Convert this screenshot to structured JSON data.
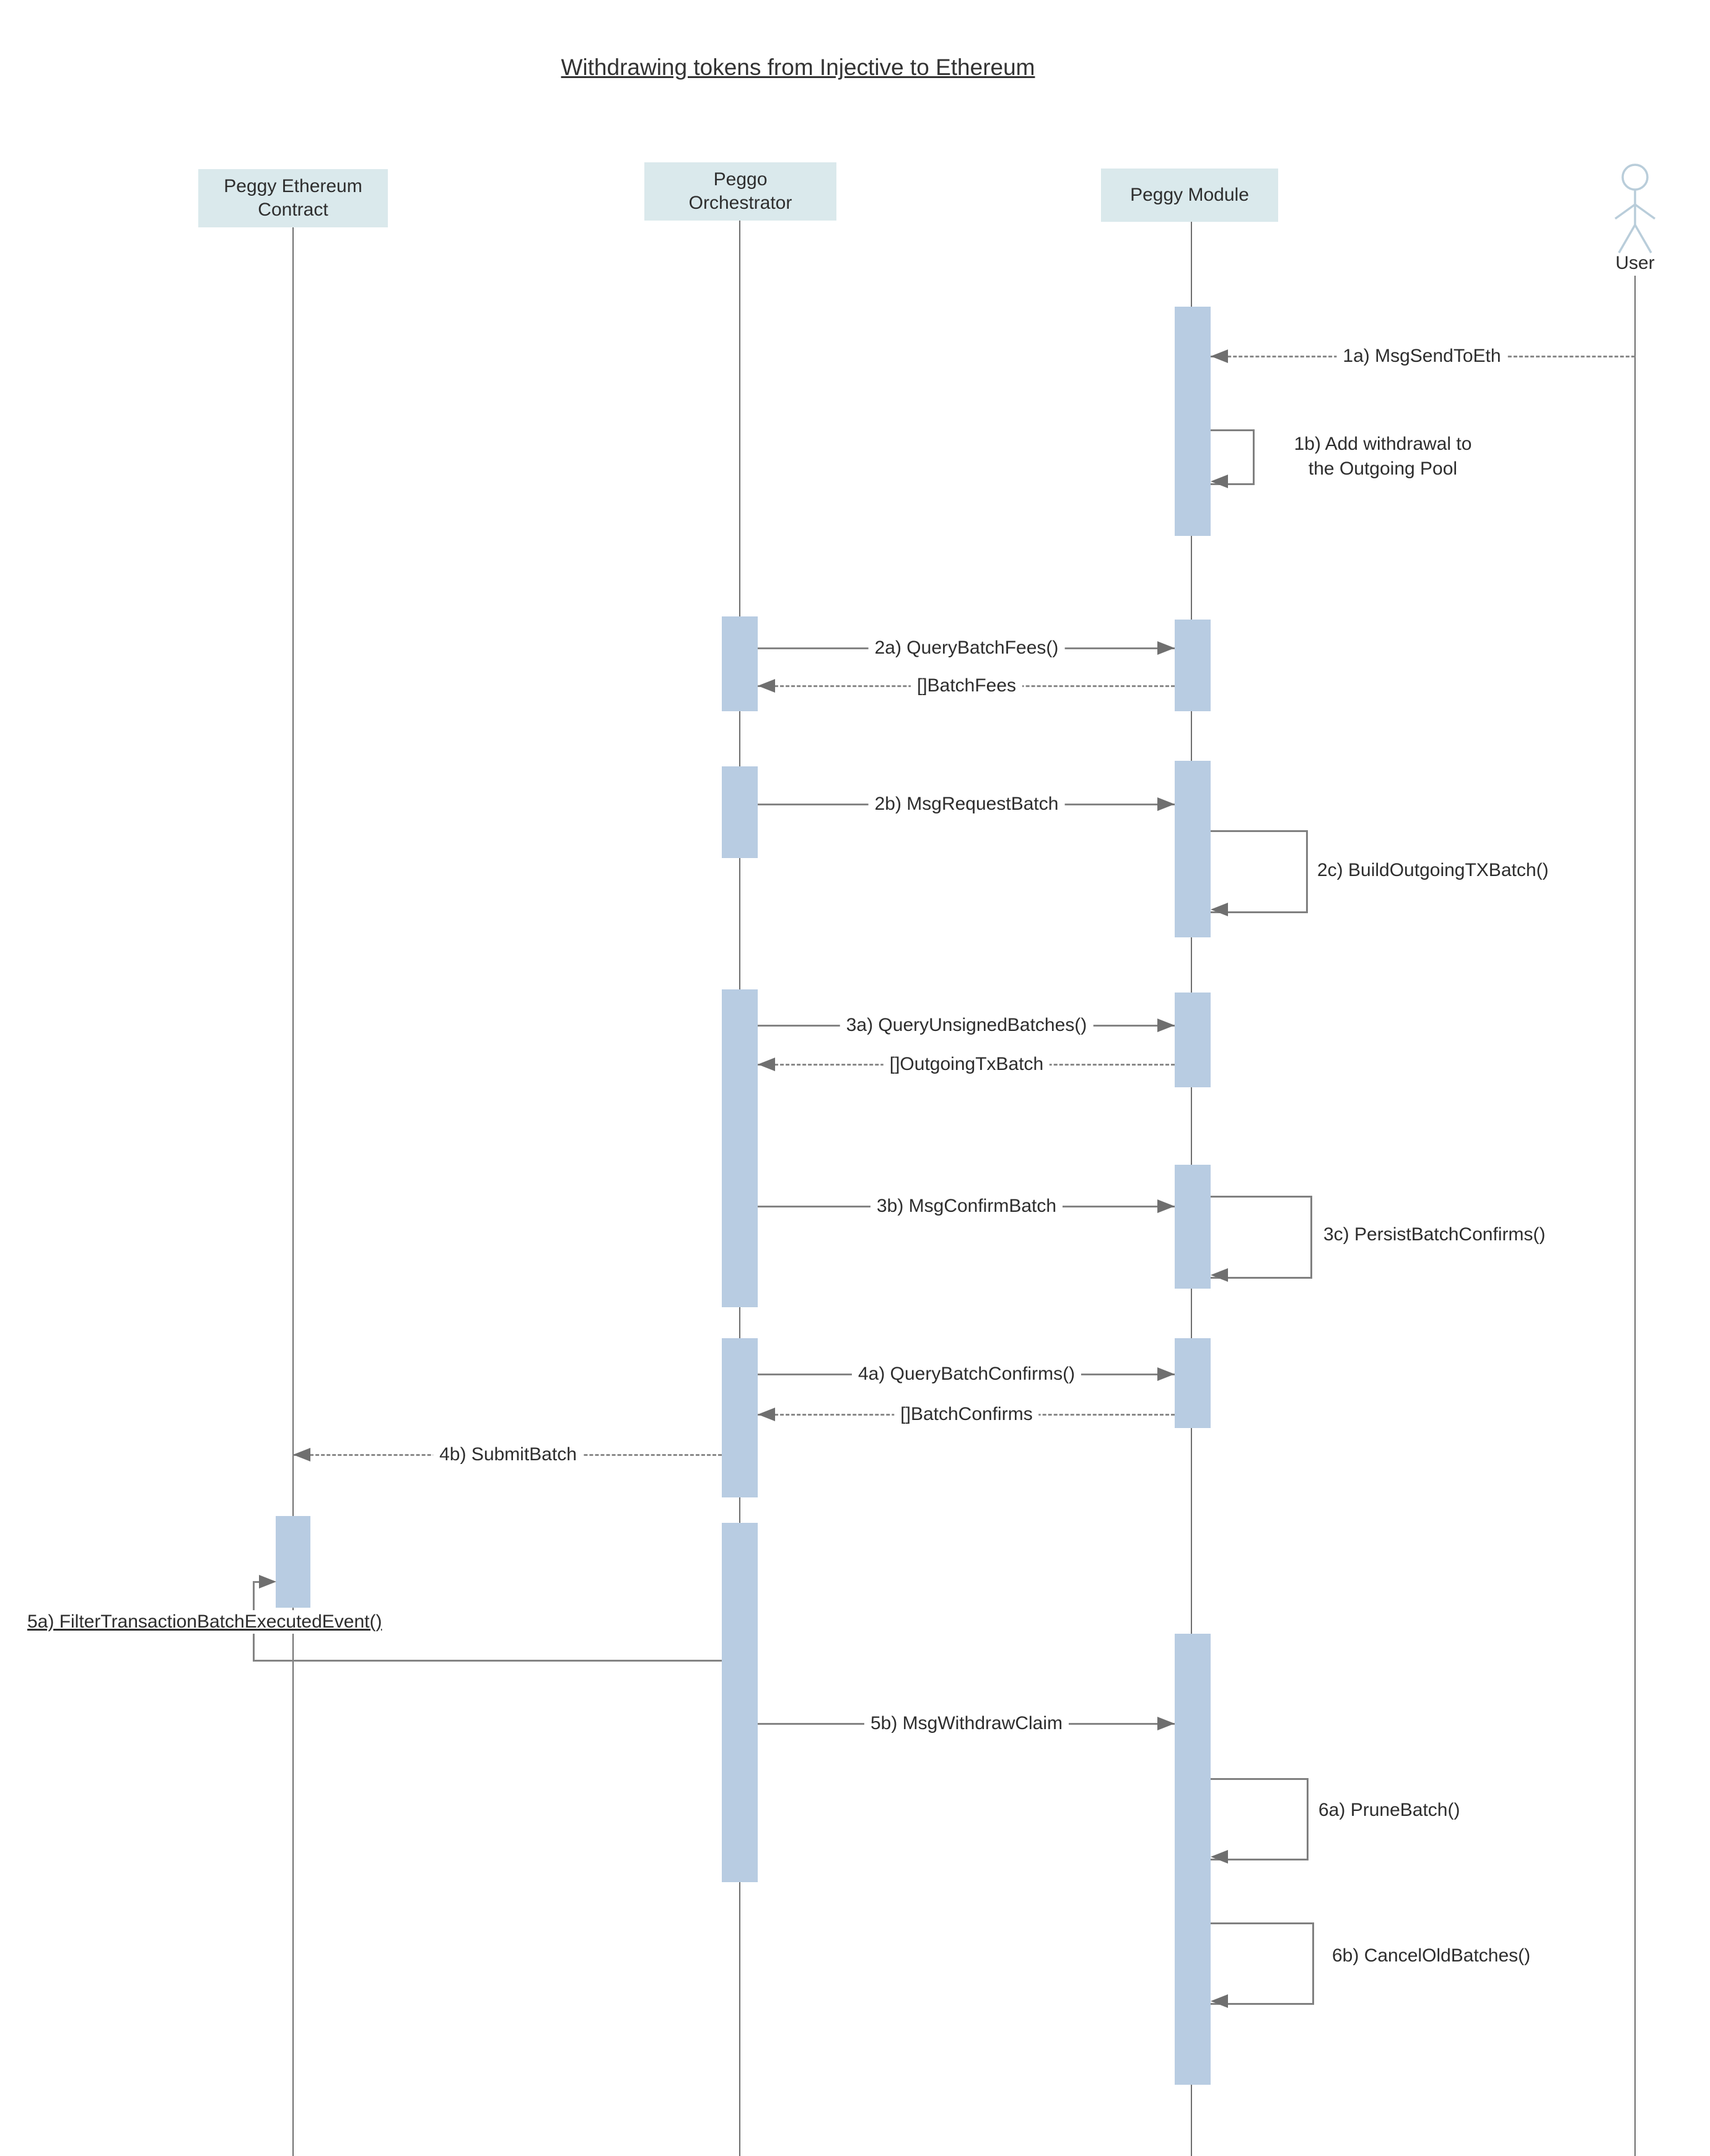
{
  "title": "Withdrawing tokens from Injective to Ethereum",
  "participants": {
    "contract": {
      "line1": "Peggy Ethereum",
      "line2": "Contract"
    },
    "orchestrator": {
      "line1": "Peggo",
      "line2": "Orchestrator"
    },
    "module": {
      "label": "Peggy Module"
    },
    "user": {
      "label": "User",
      "icon": "stick-figure-actor-icon"
    }
  },
  "messages": {
    "m1a": {
      "label": "1a) MsgSendToEth",
      "type": "dashed",
      "from": "user",
      "to": "module"
    },
    "m1b": {
      "line1": "1b) Add withdrawal to",
      "line2": "the Outgoing Pool",
      "type": "self",
      "on": "module"
    },
    "m2a": {
      "label": "2a) QueryBatchFees()",
      "type": "solid",
      "from": "orchestrator",
      "to": "module"
    },
    "r2a": {
      "label": "[]BatchFees",
      "type": "dashed-return",
      "from": "module",
      "to": "orchestrator"
    },
    "m2b": {
      "label": "2b) MsgRequestBatch",
      "type": "solid",
      "from": "orchestrator",
      "to": "module"
    },
    "m2c": {
      "label": "2c) BuildOutgoingTXBatch()",
      "type": "self",
      "on": "module"
    },
    "m3a": {
      "label": "3a) QueryUnsignedBatches()",
      "type": "solid",
      "from": "orchestrator",
      "to": "module"
    },
    "r3a": {
      "label": "[]OutgoingTxBatch",
      "type": "dashed-return",
      "from": "module",
      "to": "orchestrator"
    },
    "m3b": {
      "label": "3b) MsgConfirmBatch",
      "type": "solid",
      "from": "orchestrator",
      "to": "module"
    },
    "m3c": {
      "label": "3c) PersistBatchConfirms()",
      "type": "self",
      "on": "module"
    },
    "m4a": {
      "label": "4a) QueryBatchConfirms()",
      "type": "solid",
      "from": "orchestrator",
      "to": "module"
    },
    "r4a": {
      "label": "[]BatchConfirms",
      "type": "dashed-return",
      "from": "module",
      "to": "orchestrator"
    },
    "m4b": {
      "label": "4b) SubmitBatch",
      "type": "dashed",
      "from": "orchestrator",
      "to": "contract"
    },
    "m5a": {
      "label": "5a) FilterTransactionBatchExecutedEvent()",
      "type": "solid-bent",
      "from": "orchestrator",
      "to": "contract"
    },
    "m5b": {
      "label": "5b) MsgWithdrawClaim",
      "type": "solid",
      "from": "orchestrator",
      "to": "module"
    },
    "m6a": {
      "label": "6a) PruneBatch()",
      "type": "self",
      "on": "module"
    },
    "m6b": {
      "label": "6b) CancelOldBatches()",
      "type": "self",
      "on": "module"
    }
  },
  "colors": {
    "participant_box_fill": "#dae9ec",
    "activation_bar_fill": "#b8cce2",
    "lifeline_gray": "#6e6e6e",
    "message_line_gray": "#848484",
    "arrowhead_gray": "#6f6f6f",
    "actor_blue": "#b9cdda",
    "text_dark": "#2d2d2d"
  }
}
